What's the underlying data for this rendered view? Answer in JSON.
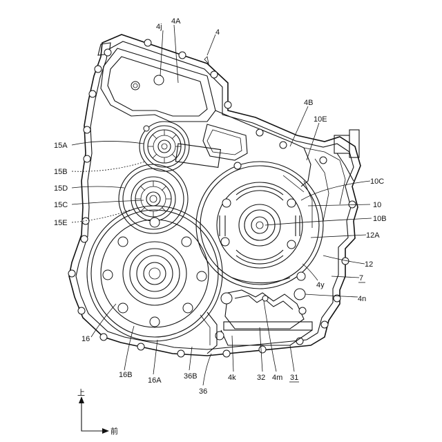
{
  "labels": {
    "l4j": "4j",
    "l4A": "4A",
    "l4": "4",
    "l4B": "4B",
    "l10E": "10E",
    "l15A": "15A",
    "l15B": "15B",
    "l15D": "15D",
    "l15C": "15C",
    "l15E": "15E",
    "l10C": "10C",
    "l10": "10",
    "l10B": "10B",
    "l12A": "12A",
    "l12": "12",
    "l4y": "4y",
    "l7": "7",
    "l4n": "4n",
    "l16": "16",
    "l16B": "16B",
    "l16A": "16A",
    "l36B": "36B",
    "l36": "36",
    "l4k": "4k",
    "l32": "32",
    "l4m": "4m",
    "l31": "31"
  },
  "axes": {
    "up": "上",
    "front": "前"
  }
}
